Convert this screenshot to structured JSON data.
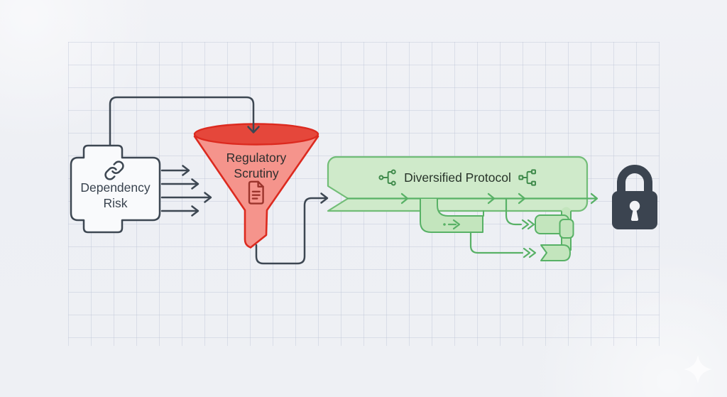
{
  "nodes": {
    "dependency_box": {
      "label": "Dependency Risk",
      "icon": "chain-link-icon"
    },
    "funnel": {
      "label": "Regulatory Scrutiny",
      "icon": "document-icon"
    },
    "banner": {
      "label": "Diversified Protocol",
      "left_icon": "branch-circles-icon",
      "right_icon": "branch-squares-icon"
    },
    "lock": {
      "icon": "padlock-icon"
    }
  },
  "decorations": {
    "sparkle": "four-point-sparkle-icon"
  },
  "colors": {
    "background": "#edeff4",
    "grid_line": "#dfe3ec",
    "connector_dark": "#3d4752",
    "box_fill": "#f9fafc",
    "funnel_fill": "#f5948c",
    "funnel_rim_fill": "#e5473b",
    "funnel_stroke": "#dc2a1f",
    "doc_icon_stroke": "#9b342c",
    "banner_fill": "#cfeaca",
    "banner_stroke": "#72bd77",
    "flow_green": "#58b166",
    "ribbon_fill": "#c3e5bd",
    "icon_green": "#3f8a4b",
    "lock_color": "#3b4450",
    "keyhole_fill": "#f2f3f6",
    "sparkle_fill": "#fdfdfe",
    "text_dark": "#38424e",
    "funnel_text": "#2e2e2e",
    "banner_text": "#273329"
  }
}
